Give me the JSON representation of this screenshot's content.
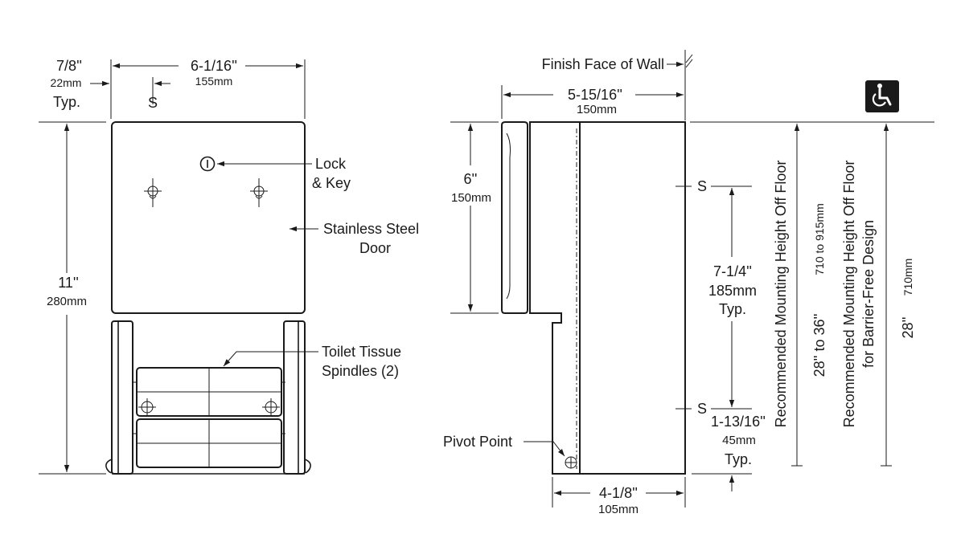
{
  "front_view": {
    "side_margin_in": "7/8''",
    "side_margin_mm": "22mm",
    "side_margin_note": "Typ.",
    "width_in": "6-1/16''",
    "width_mm": "155mm",
    "height_in": "11''",
    "height_mm": "280mm",
    "screw_marker": "S",
    "lock_label_line1": "Lock",
    "lock_label_line2": "& Key",
    "door_label_line1": "Stainless Steel",
    "door_label_line2": "Door",
    "spindles_label_line1": "Toilet Tissue",
    "spindles_label_line2": "Spindles (2)"
  },
  "side_view": {
    "wall_label": "Finish Face of Wall",
    "depth_in": "5-15/16''",
    "depth_mm": "150mm",
    "door_height_in": "6''",
    "door_height_mm": "150mm",
    "screw_marker_top": "S",
    "screw_marker_bottom": "S",
    "screw_spacing_in": "7-1/4''",
    "screw_spacing_mm": "185mm",
    "screw_spacing_note": "Typ.",
    "bottom_offset_in": "1-13/16''",
    "bottom_offset_mm": "45mm",
    "bottom_offset_note": "Typ.",
    "pivot_label": "Pivot Point",
    "base_depth_in": "4-1/8''",
    "base_depth_mm": "105mm"
  },
  "mounting": {
    "standard_label": "Recommended Mounting Height Off Floor",
    "standard_range_in": "28'' to 36''",
    "standard_range_mm": "710 to 915mm",
    "barrier_free_label_line1": "Recommended Mounting Height Off Floor",
    "barrier_free_label_line2": "for Barrier-Free Design",
    "barrier_free_in": "28''",
    "barrier_free_mm": "710mm",
    "accessibility_icon": "wheelchair-icon"
  }
}
